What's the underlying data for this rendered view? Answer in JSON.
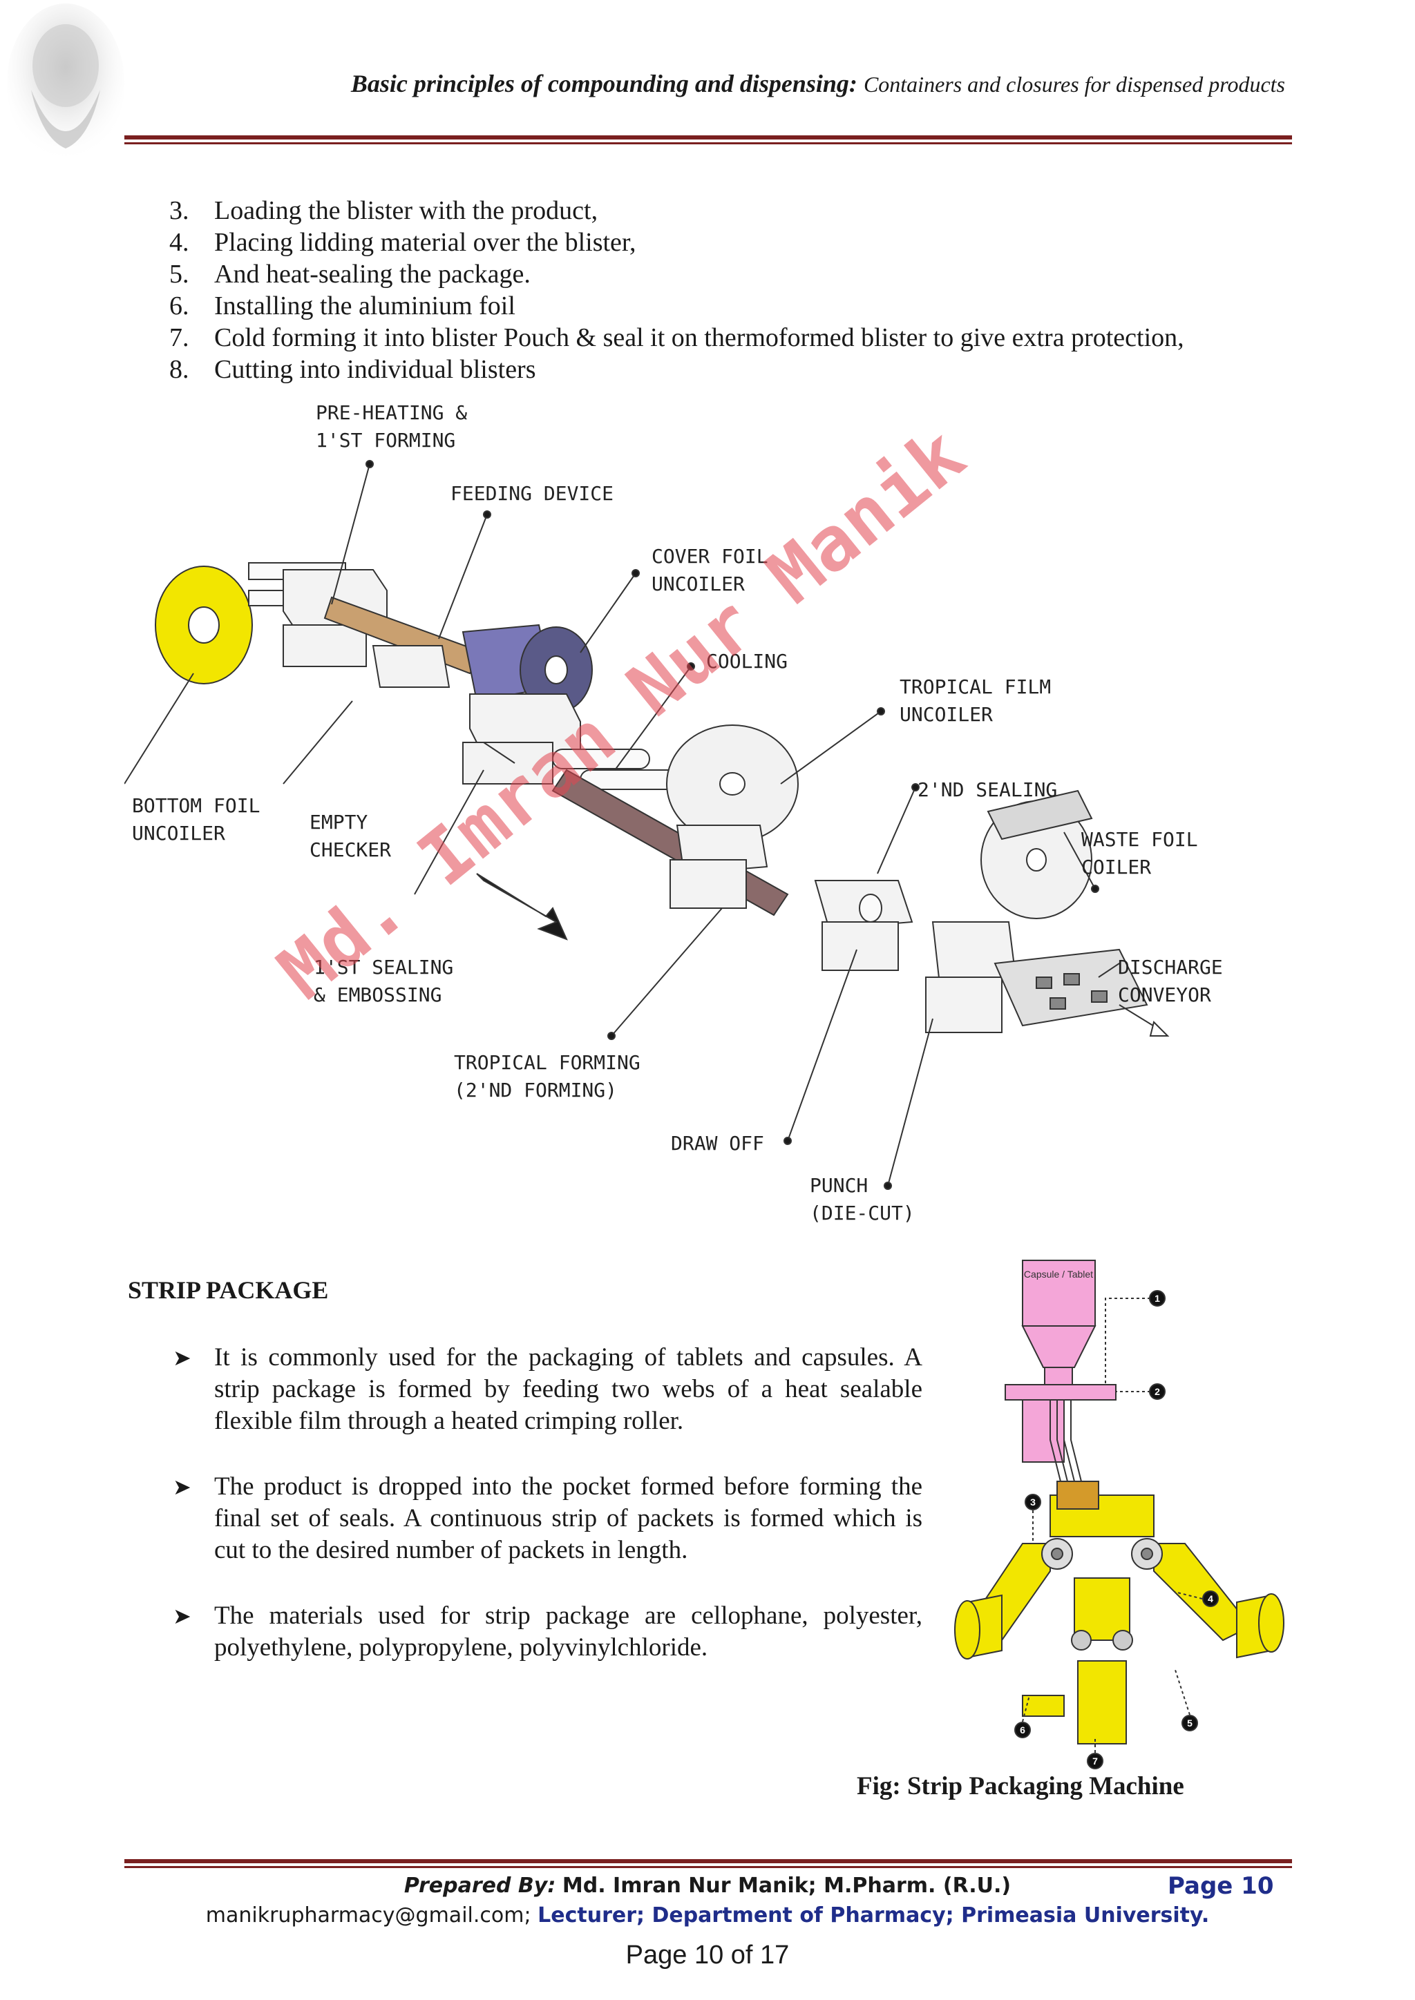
{
  "header": {
    "bold": "Basic principles of compounding and dispensing:",
    "subtitle": "Containers and closures for dispensed products"
  },
  "steps": [
    {
      "n": "3.",
      "text": "Loading the blister with the product,"
    },
    {
      "n": "4.",
      "text": "Placing lidding material over the blister,"
    },
    {
      "n": "5.",
      "text": "And heat-sealing the package."
    },
    {
      "n": "6.",
      "text": "Installing the aluminium foil"
    },
    {
      "n": "7.",
      "text": "Cold forming it into blister Pouch & seal it on thermoformed blister to give extra protection,"
    },
    {
      "n": "8.",
      "text": "Cutting into individual blisters"
    }
  ],
  "blister_diagram": {
    "labels": {
      "preheating": "PRE-HEATING &\n1'ST FORMING",
      "feeding": "FEEDING DEVICE",
      "cover_foil": "COVER FOIL\nUNCOILER",
      "cooling": "COOLING",
      "tropical_film": "TROPICAL FILM\nUNCOILER",
      "second_sealing": "2'ND SEALING",
      "waste_foil": "WASTE FOIL\nCOILER",
      "bottom_foil": "BOTTOM FOIL\nUNCOILER",
      "empty_checker": "EMPTY\nCHECKER",
      "first_sealing": "1'ST SEALING\n& EMBOSSING",
      "discharge": "DISCHARGE\nCONVEYOR",
      "tropical_forming": "TROPICAL FORMING\n(2'ND FORMING)",
      "draw_off": "DRAW OFF",
      "punch": "PUNCH\n(DIE-CUT)"
    }
  },
  "watermark": "Md. Imran Nur Manik",
  "strip": {
    "heading": "STRIP PACKAGE",
    "bullets": [
      "It is commonly used for the packaging of tablets and capsules. A strip package is formed by feeding two webs of a heat sealable flexible film through a heated crimping roller.",
      "The product is dropped into the pocket formed before forming the final set of seals. A continuous strip of packets is formed which is cut to the desired number of packets in length.",
      "The materials used for strip package are cellophane, polyester, polyethylene, polypropylene,   polyvinylchloride."
    ],
    "figure": {
      "hopper_label": "Capsule / Tablet",
      "markers": [
        "1",
        "2",
        "3",
        "4",
        "5",
        "6",
        "7"
      ],
      "caption": "Fig: Strip Packaging Machine"
    }
  },
  "footer": {
    "prepared_label": "Prepared By:",
    "prepared_name": "Md. Imran Nur Manik; M.Pharm. (R.U.)",
    "page_label": "Page 10",
    "email": "manikrupharmacy@gmail.com;",
    "affiliation": "Lecturer; Department of Pharmacy; Primeasia University.",
    "page_of": "Page 10 of 17"
  },
  "colors": {
    "rule": "#7a2020",
    "footer_blue": "#1f2d8a",
    "watermark": "#e14650",
    "machine_yellow": "#f2e600",
    "hopper_pink": "#f4a6d8"
  }
}
